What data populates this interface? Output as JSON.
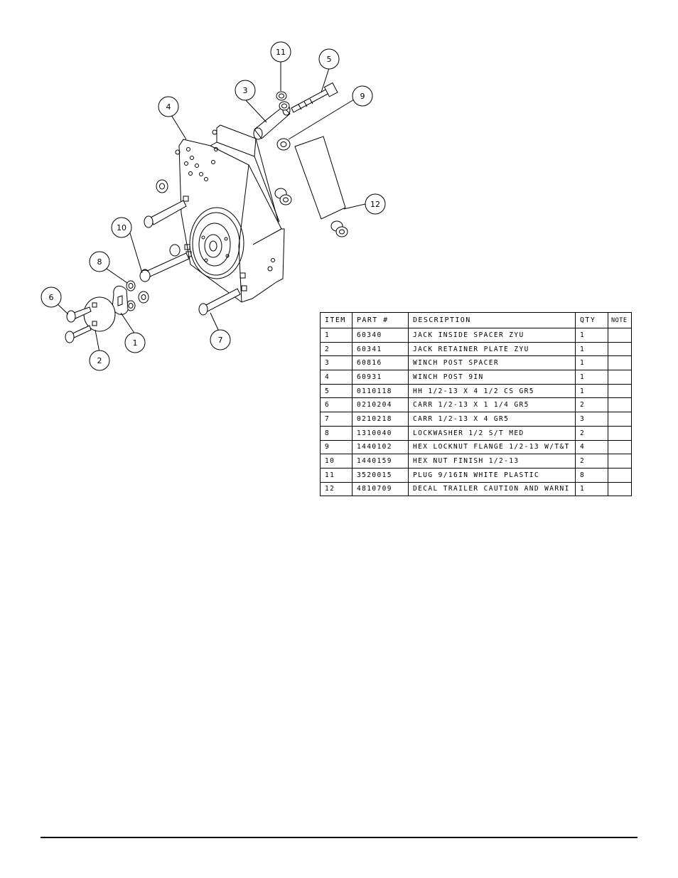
{
  "balloons": [
    "1",
    "2",
    "3",
    "4",
    "5",
    "6",
    "7",
    "8",
    "9",
    "10",
    "11",
    "12"
  ],
  "table": {
    "headers": [
      "ITEM",
      "PART #",
      "DESCRIPTION",
      "QTY",
      "NOTE"
    ],
    "rows": [
      {
        "item": "1",
        "part": "60340",
        "description": "JACK INSIDE SPACER ZYU",
        "qty": "1",
        "note": ""
      },
      {
        "item": "2",
        "part": "60341",
        "description": "JACK RETAINER PLATE ZYU",
        "qty": "1",
        "note": ""
      },
      {
        "item": "3",
        "part": "60816",
        "description": "WINCH POST SPACER",
        "qty": "1",
        "note": ""
      },
      {
        "item": "4",
        "part": "60931",
        "description": "WINCH POST 9IN",
        "qty": "1",
        "note": ""
      },
      {
        "item": "5",
        "part": "0110118",
        "description": "HH 1/2-13 X 4 1/2 CS GR5",
        "qty": "1",
        "note": ""
      },
      {
        "item": "6",
        "part": "0210204",
        "description": "CARR 1/2-13 X 1 1/4 GR5",
        "qty": "2",
        "note": ""
      },
      {
        "item": "7",
        "part": "0210218",
        "description": "CARR 1/2-13 X 4 GR5",
        "qty": "3",
        "note": ""
      },
      {
        "item": "8",
        "part": "1310040",
        "description": "LOCKWASHER 1/2 S/T MED",
        "qty": "2",
        "note": ""
      },
      {
        "item": "9",
        "part": "1440102",
        "description": "HEX LOCKNUT FLANGE 1/2-13 W/T&T",
        "qty": "4",
        "note": ""
      },
      {
        "item": "10",
        "part": "1440159",
        "description": "HEX NUT FINISH 1/2-13",
        "qty": "2",
        "note": ""
      },
      {
        "item": "11",
        "part": "3520015",
        "description": "PLUG   9/16IN WHITE PLASTIC",
        "qty": "8",
        "note": ""
      },
      {
        "item": "12",
        "part": "4810709",
        "description": "DECAL TRAILER CAUTION AND WARNI",
        "qty": "1",
        "note": ""
      }
    ]
  }
}
